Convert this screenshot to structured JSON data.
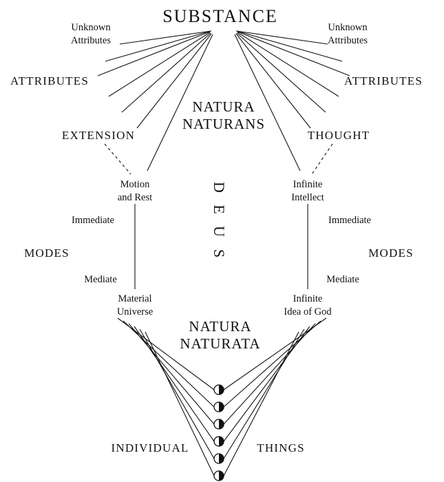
{
  "colors": {
    "ink": "#111111",
    "background": "#ffffff"
  },
  "labels": {
    "substance": "SUBSTANCE",
    "natura_naturans": [
      "NATURA",
      "NATURANS"
    ],
    "natura_naturata": [
      "NATURA",
      "NATURATA"
    ],
    "deus": [
      "D",
      "E",
      "U",
      "S"
    ],
    "individual": "INDIVIDUAL",
    "things": "THINGS",
    "left": {
      "unknown_attributes": [
        "Unknown",
        "Attributes"
      ],
      "attributes": "ATTRIBUTES",
      "named_attribute": "EXTENSION",
      "immediate_mode": [
        "Motion",
        "and Rest"
      ],
      "immediate": "Immediate",
      "modes": "MODES",
      "mediate": "Mediate",
      "mediate_mode": [
        "Material",
        "Universe"
      ]
    },
    "right": {
      "unknown_attributes": [
        "Unknown",
        "Attributes"
      ],
      "attributes": "ATTRIBUTES",
      "named_attribute": "THOUGHT",
      "immediate_mode": [
        "Infinite",
        "Intellect"
      ],
      "immediate": "Immediate",
      "modes": "MODES",
      "mediate": "Mediate",
      "mediate_mode": [
        "Infinite",
        "Idea of God"
      ]
    }
  }
}
